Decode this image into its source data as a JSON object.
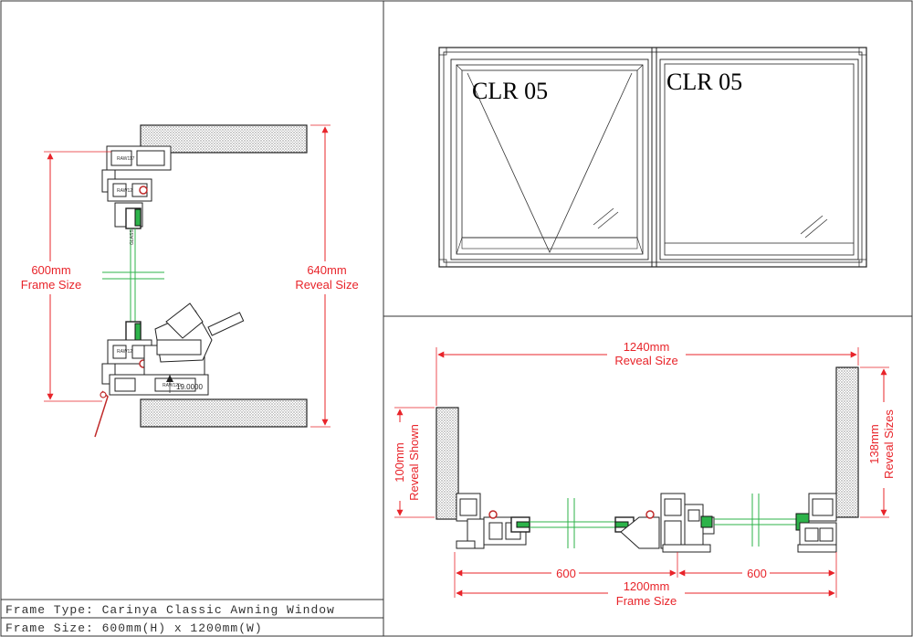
{
  "elevation": {
    "left_pane_label": "CLR 05",
    "right_pane_label": "CLR 05"
  },
  "vertical_section": {
    "frame_dim_value": "600mm",
    "frame_dim_caption": "Frame Size",
    "reveal_dim_value": "640mm",
    "reveal_dim_caption": "Reveal Size",
    "sill_dim": "19.0000",
    "profile_codes": [
      "RAW117",
      "RAW12",
      "RAW12",
      "RAW120"
    ]
  },
  "horizontal_section": {
    "reveal_width_value": "1240mm",
    "reveal_width_caption": "Reveal Size",
    "reveal_shown_value": "100mm",
    "reveal_shown_caption": "Reveal Shown",
    "reveal_sizes_value": "138mm",
    "reveal_sizes_caption": "Reveal Sizes",
    "left_sash": "600",
    "right_sash": "600",
    "frame_width_value": "1200mm",
    "frame_width_caption": "Frame Size"
  },
  "title_block": {
    "frame_type": "Frame Type: Carinya Classic Awning Window",
    "frame_size": "Frame Size: 600mm(H) x 1200mm(W)"
  },
  "colors": {
    "dimension": "#e8242a",
    "glass": "#2db34a",
    "line": "#222222"
  }
}
